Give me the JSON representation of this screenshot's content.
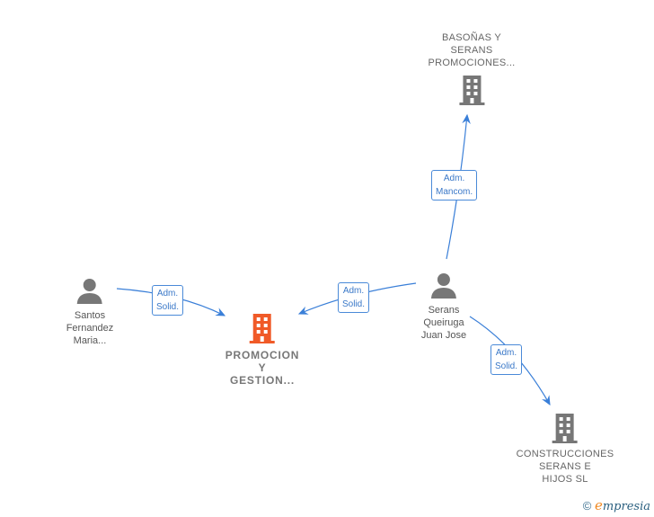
{
  "nodes": {
    "main": {
      "line1": "PROMOCION",
      "line2": "Y",
      "line3": "GESTION..."
    },
    "basonas": {
      "line1": "BASOÑAS Y",
      "line2": "SERANS",
      "line3": "PROMOCIONES..."
    },
    "construcciones": {
      "line1": "CONSTRUCCIONES",
      "line2": "SERANS E",
      "line3": "HIJOS SL"
    },
    "santos": {
      "line1": "Santos",
      "line2": "Fernandez",
      "line3": "Maria..."
    },
    "serans": {
      "line1": "Serans",
      "line2": "Queiruga",
      "line3": "Juan Jose"
    }
  },
  "edges": [
    {
      "l1": "Adm.",
      "l2": "Solid."
    },
    {
      "l1": "Adm.",
      "l2": "Solid."
    },
    {
      "l1": "Adm.",
      "l2": "Mancom."
    },
    {
      "l1": "Adm.",
      "l2": "Solid."
    }
  ],
  "footer": {
    "copyright": "©",
    "brand_e": "e",
    "brand_rest": "mpresia"
  },
  "colors": {
    "edge": "#3a7fd8",
    "main_building": "#f05a28",
    "building": "#777777",
    "person": "#777777"
  }
}
